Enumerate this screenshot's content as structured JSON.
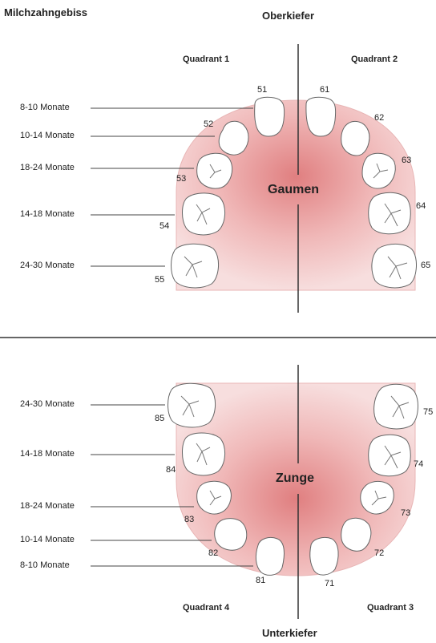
{
  "title": "Milchzahngebiss",
  "upper": {
    "label": "Oberkiefer",
    "center_label": "Gaumen",
    "quadrant_left": "Quadrant 1",
    "quadrant_right": "Quadrant 2",
    "ages": [
      "8-10 Monate",
      "10-14 Monate",
      "18-24 Monate",
      "14-18 Monate",
      "24-30 Monate"
    ],
    "teeth_left": [
      "51",
      "52",
      "53",
      "54",
      "55"
    ],
    "teeth_right": [
      "61",
      "62",
      "63",
      "64",
      "65"
    ]
  },
  "lower": {
    "label": "Unterkiefer",
    "center_label": "Zunge",
    "quadrant_left": "Quadrant 4",
    "quadrant_right": "Quadrant 3",
    "ages": [
      "24-30 Monate",
      "14-18 Monate",
      "18-24 Monate",
      "10-14 Monate",
      "8-10 Monate"
    ],
    "teeth_left": [
      "85",
      "84",
      "83",
      "82",
      "81"
    ],
    "teeth_right": [
      "75",
      "74",
      "73",
      "72",
      "71"
    ]
  },
  "colors": {
    "gum": "#f2c7c7",
    "palate_center": "#e58a8a",
    "tooth_fill": "#ffffff",
    "tooth_stroke": "#555555",
    "line": "#333333"
  }
}
